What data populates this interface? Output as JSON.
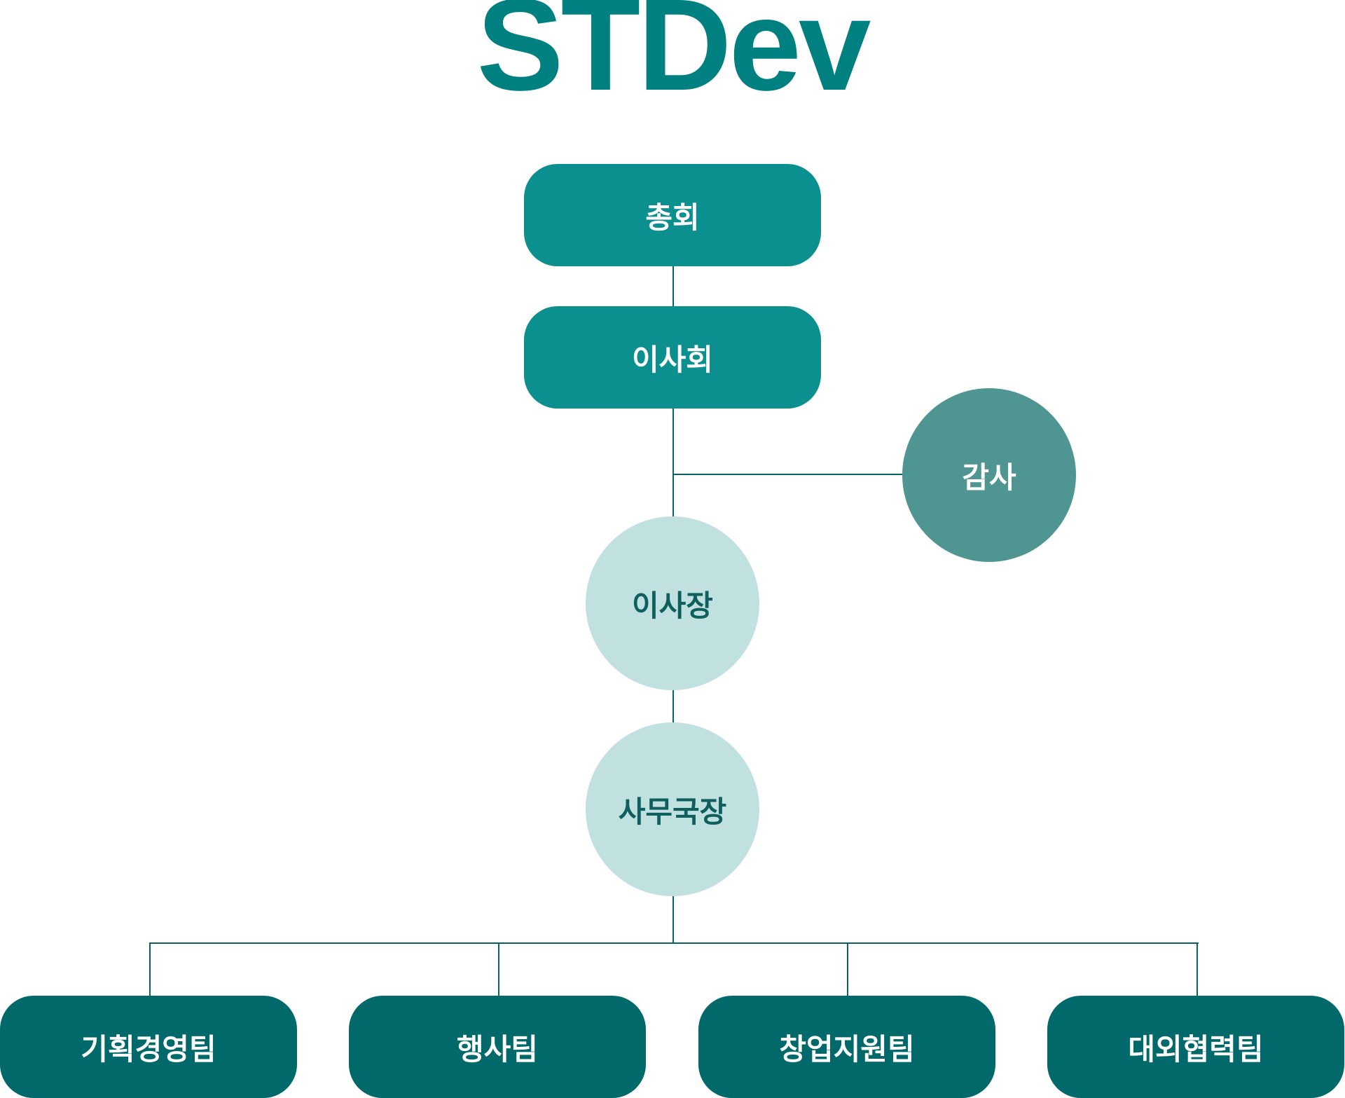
{
  "logo": "STDev",
  "nodes": {
    "general_assembly": "총회",
    "board": "이사회",
    "auditor": "감사",
    "chairman": "이사장",
    "secretary_general": "사무국장"
  },
  "teams": [
    "기획경영팀",
    "행사팀",
    "창업지원팀",
    "대외협력팀"
  ],
  "colors": {
    "logo": "#008080",
    "upper_box": "#0b8f8f",
    "auditor": "#4f9693",
    "light_circle": "#c0e1e0",
    "team_box": "#02696a",
    "connector": "#0b6262"
  }
}
